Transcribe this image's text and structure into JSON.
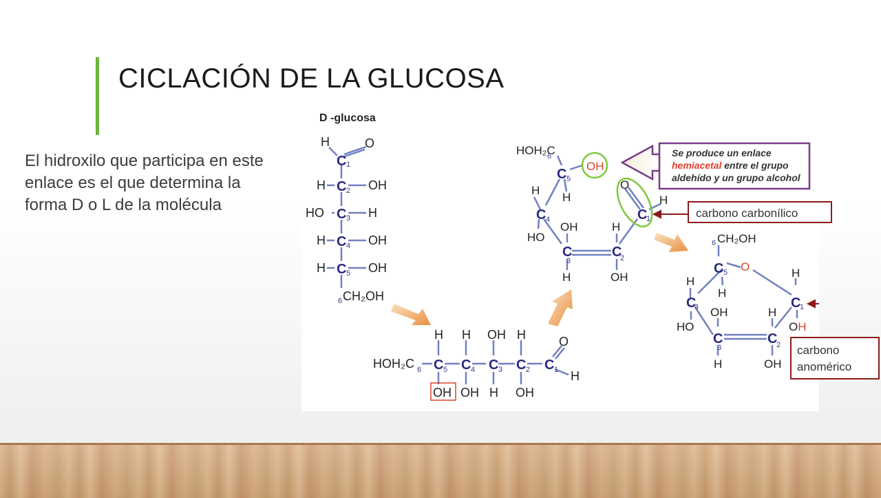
{
  "slide": {
    "title": "CICLACIÓN DE LA GLUCOSA",
    "body": "El hidroxilo que participa en este enlace es  el que determina la forma D o L de la molécula"
  },
  "diagram": {
    "heading": "D -glucosa",
    "fischer": {
      "top": [
        "H",
        "C",
        "O",
        "1"
      ],
      "rows": [
        {
          "left": "H",
          "c": "C",
          "num": "2",
          "right": "OH"
        },
        {
          "left": "HO",
          "c": "C",
          "num": "3",
          "right": "H"
        },
        {
          "left": "H",
          "c": "C",
          "num": "4",
          "right": "OH"
        },
        {
          "left": "H",
          "c": "C",
          "num": "5",
          "right": "OH"
        }
      ],
      "bottom_num": "6",
      "bottom": "CH₂OH"
    },
    "chain": {
      "hoh2c": "HOH₂C",
      "six": "6",
      "carbons": [
        {
          "c": "C",
          "num": "5",
          "up": "H",
          "down": "OH"
        },
        {
          "c": "C",
          "num": "4",
          "up": "H",
          "down": "OH"
        },
        {
          "c": "C",
          "num": "3",
          "up": "OH",
          "down": "H"
        },
        {
          "c": "C",
          "num": "2",
          "up": "H",
          "down": "OH"
        }
      ],
      "c1": "C",
      "c1_num": "1",
      "o": "O",
      "h": "H"
    },
    "folding": {
      "hoh2c": "HOH₂C",
      "six": "6",
      "c5": "C",
      "c5_num": "5",
      "oh": "OH",
      "h5": "H",
      "h5b": "H",
      "c4": "C",
      "c4_num": "4",
      "h4": "H",
      "ho4": "HO",
      "c3": "C",
      "c3_num": "3",
      "oh3": "OH",
      "h3": "H",
      "c2": "C",
      "c2_num": "2",
      "h2": "H",
      "oh2": "OH",
      "c1": "C",
      "c1_num": "1",
      "o1": "O",
      "h1": "H"
    },
    "ring": {
      "ch2oh": "CH₂OH",
      "six": "6",
      "c5": "C",
      "c5_num": "5",
      "o": "O",
      "h5": "H",
      "c4": "C",
      "c4_num": "4",
      "h4": "H",
      "ho4": "HO",
      "c3": "C",
      "c3_num": "3",
      "oh3": "OH",
      "h3": "H",
      "c2": "C",
      "c2_num": "2",
      "h2": "H",
      "oh2": "OH",
      "c1": "C",
      "c1_num": "1",
      "h1": "H",
      "o1": "O",
      "h1b": "H"
    },
    "note": {
      "line1": "Se produce un enlace",
      "line2_red": "hemiacetal",
      "line2_rest": " entre el grupo",
      "line3": "aldehído y un grupo alcohol"
    },
    "colors": {
      "carbon": "#2a2a80",
      "bond": "#7080c0",
      "text": "#222222",
      "number": "#3a3a90",
      "highlight_red": "#e0402a",
      "green": "#7ec83a",
      "arrow_orange": "#e8a050",
      "note_border": "#7a3a8a",
      "label_border": "#8b1a1a"
    }
  },
  "labels": {
    "carbonyl": "carbono carbonílico",
    "anomeric_1": "carbono",
    "anomeric_2": "anomérico"
  }
}
